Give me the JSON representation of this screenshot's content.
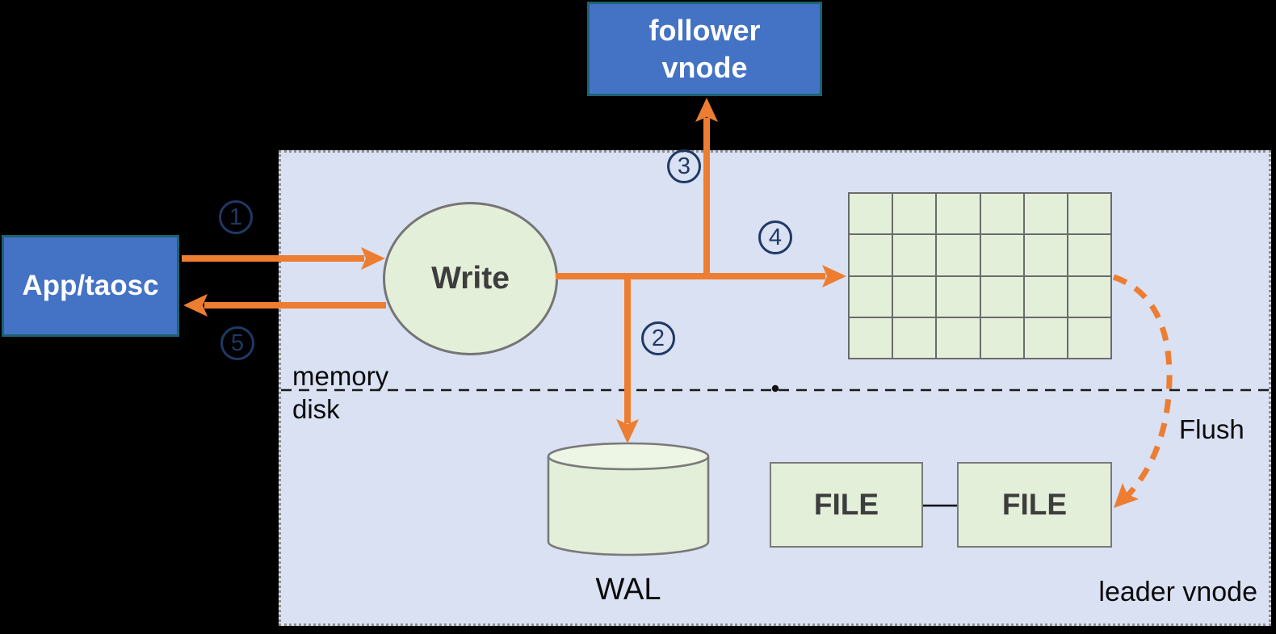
{
  "colors": {
    "arrow_orange": "#ED7D31",
    "step_navy": "#203864",
    "node_blue": "#4472C4",
    "node_blue_border": "#1D6273",
    "shape_green": "#E3EFD9",
    "panel_lavender": "#D9E1F3"
  },
  "panel": {
    "leader_label": "leader vnode",
    "memory_label": "memory",
    "disk_label": "disk"
  },
  "nodes": {
    "app": {
      "label": "App/taosc"
    },
    "follower": {
      "label": "follower vnode"
    },
    "write": {
      "label": "Write"
    },
    "wal": {
      "label": "WAL"
    },
    "file_left": {
      "label": "FILE"
    },
    "file_right": {
      "label": "FILE"
    }
  },
  "flush": {
    "label": "Flush"
  },
  "steps": {
    "s1": "1",
    "s2": "2",
    "s3": "3",
    "s4": "4",
    "s5": "5"
  },
  "grid": {
    "rows": 4,
    "cols": 6
  }
}
